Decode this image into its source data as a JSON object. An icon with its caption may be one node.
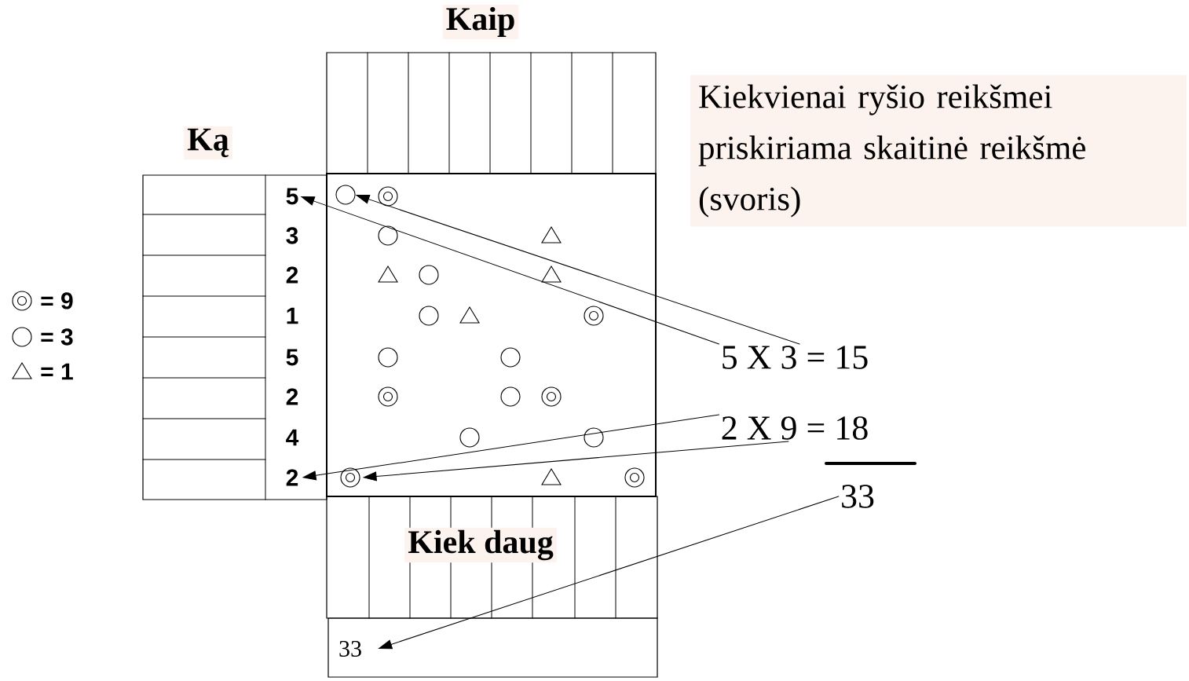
{
  "diagram": {
    "nodes": [
      {
        "text": [
          "5"
        ]
      },
      {
        "text": [],
        "shape": "circle"
      },
      {
        "text": [
          "2"
        ]
      },
      {
        "text": [],
        "shape": "circle"
      },
      {
        "text": [
          "Kiekvienai ryšio reikšmei priskiriama skaitinė reikšmė (svoris)"
        ]
      },
      {
        "text": [
          "5 X 3 = 15"
        ]
      },
      {
        "text": [
          "2 X 9 = 18"
        ]
      },
      {
        "text": [
          "33"
        ]
      },
      {
        "text": [
          "33"
        ]
      }
    ],
    "edges": [
      {
        "from": 5,
        "to": 0,
        "arrow": "to"
      },
      {
        "from": 5,
        "to": 1,
        "arrow": "to"
      },
      {
        "from": 6,
        "to": 2,
        "arrow": "to"
      },
      {
        "from": 6,
        "to": 3,
        "arrow": "to"
      },
      {
        "from": 7,
        "to": 8,
        "arrow": "to"
      }
    ],
    "labels": [
      "Kaip",
      "Ką",
      "3",
      "2",
      "1",
      "5",
      "2",
      "4",
      "Kiek daug"
    ],
    "legend": [
      {
        "text": "= 9"
      },
      {
        "text": "= 3"
      },
      {
        "text": "= 1"
      }
    ]
  }
}
